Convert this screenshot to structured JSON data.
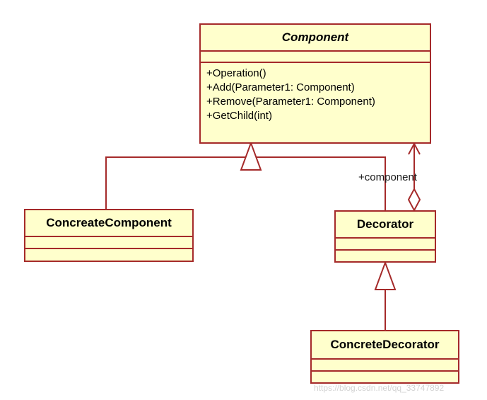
{
  "colors": {
    "class_fill": "#ffffcc",
    "class_border": "#a52a2a",
    "connector": "#a52a2a"
  },
  "classes": {
    "component": {
      "name": "Component",
      "operations": [
        "+Operation()",
        "+Add(Parameter1: Component)",
        "+Remove(Parameter1: Component)",
        "+GetChild(int)"
      ]
    },
    "concrete_component": {
      "name": "ConcreateComponent"
    },
    "decorator": {
      "name": "Decorator"
    },
    "concrete_decorator": {
      "name": "ConcreteDecorator"
    }
  },
  "relations": {
    "component_role": "+component"
  },
  "watermark": "https://blog.csdn.net/qq_33747892"
}
